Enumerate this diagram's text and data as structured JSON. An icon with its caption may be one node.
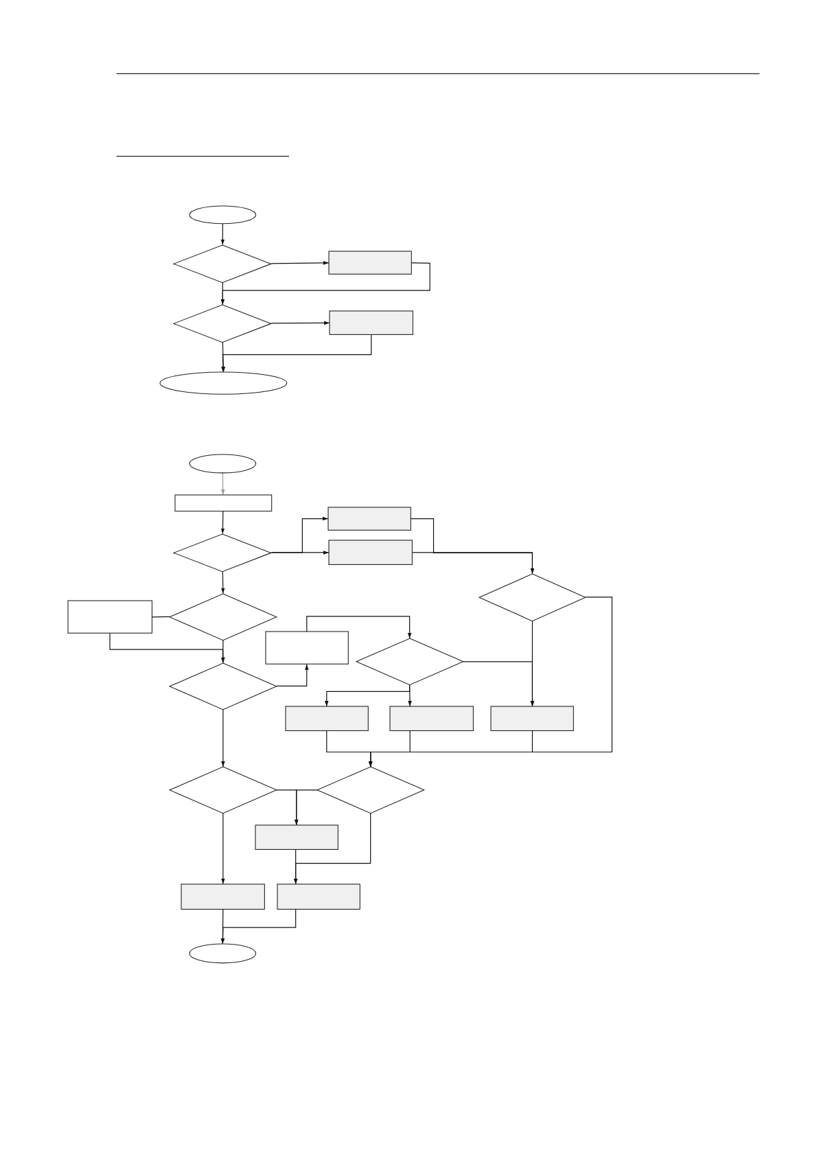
{
  "diagram": {
    "nodes": [
      {
        "text": [],
        "shape": "ellipse"
      },
      {
        "text": [],
        "shape": "diamond"
      },
      {
        "text": [],
        "shape": "box"
      },
      {
        "text": [],
        "shape": "diamond"
      },
      {
        "text": [],
        "shape": "box"
      },
      {
        "text": [],
        "shape": "ellipse"
      },
      {
        "text": [],
        "shape": "ellipse"
      },
      {
        "text": [],
        "shape": "box"
      },
      {
        "text": [],
        "shape": "diamond"
      },
      {
        "text": [],
        "shape": "box"
      },
      {
        "text": [],
        "shape": "box"
      },
      {
        "text": [],
        "shape": "diamond"
      },
      {
        "text": [],
        "shape": "box"
      },
      {
        "text": [],
        "shape": "diamond"
      },
      {
        "text": [],
        "shape": "box"
      },
      {
        "text": [],
        "shape": "diamond"
      },
      {
        "text": [],
        "shape": "diamond"
      },
      {
        "text": [],
        "shape": "box"
      },
      {
        "text": [],
        "shape": "box"
      },
      {
        "text": [],
        "shape": "box"
      },
      {
        "text": [],
        "shape": "diamond"
      },
      {
        "text": [],
        "shape": "diamond"
      },
      {
        "text": [],
        "shape": "box"
      },
      {
        "text": [],
        "shape": "box"
      },
      {
        "text": [],
        "shape": "box"
      },
      {
        "text": [],
        "shape": "ellipse"
      }
    ],
    "edges": [
      {
        "from": 0,
        "to": 1,
        "arrow": "to"
      },
      {
        "from": 1,
        "to": 2,
        "arrow": "to"
      },
      {
        "from": 2,
        "to": 3,
        "arrow": "to"
      },
      {
        "from": 1,
        "to": 3,
        "arrow": "to"
      },
      {
        "from": 3,
        "to": 4,
        "arrow": "to"
      },
      {
        "from": 4,
        "to": 5,
        "arrow": "to"
      },
      {
        "from": 3,
        "to": 5,
        "arrow": "to"
      },
      {
        "from": 6,
        "to": 7,
        "arrow": "to",
        "color": "#999999"
      },
      {
        "from": 7,
        "to": 8,
        "arrow": "to"
      },
      {
        "from": 8,
        "to": 9,
        "arrow": "to"
      },
      {
        "from": 8,
        "to": 10,
        "arrow": "to"
      },
      {
        "from": 9,
        "to": 11,
        "arrow": "to"
      },
      {
        "from": 10,
        "to": 11,
        "arrow": "to"
      },
      {
        "from": 8,
        "to": 13,
        "arrow": "to"
      },
      {
        "from": 13,
        "to": 12,
        "arrow": "none"
      },
      {
        "from": 12,
        "to": 16,
        "arrow": "to"
      },
      {
        "from": 13,
        "to": 16,
        "arrow": "to"
      },
      {
        "from": 16,
        "to": 14,
        "arrow": "to"
      },
      {
        "from": 14,
        "to": 15,
        "arrow": "to"
      },
      {
        "from": 15,
        "to": 17,
        "arrow": "to"
      },
      {
        "from": 15,
        "to": 18,
        "arrow": "to"
      },
      {
        "from": 15,
        "to": 19,
        "arrow": "to"
      },
      {
        "from": 11,
        "to": 19,
        "arrow": "to"
      },
      {
        "from": 17,
        "to": 21,
        "arrow": "to"
      },
      {
        "from": 18,
        "to": 21,
        "arrow": "to"
      },
      {
        "from": 19,
        "to": 21,
        "arrow": "to"
      },
      {
        "from": 11,
        "to": 21,
        "arrow": "to"
      },
      {
        "from": 16,
        "to": 20,
        "arrow": "to"
      },
      {
        "from": 20,
        "to": 22,
        "arrow": "to"
      },
      {
        "from": 21,
        "to": 22,
        "arrow": "to"
      },
      {
        "from": 22,
        "to": 24,
        "arrow": "to"
      },
      {
        "from": 21,
        "to": 24,
        "arrow": "to"
      },
      {
        "from": 20,
        "to": 23,
        "arrow": "to"
      },
      {
        "from": 23,
        "to": 25,
        "arrow": "to"
      },
      {
        "from": 24,
        "to": 25,
        "arrow": "to"
      }
    ]
  }
}
